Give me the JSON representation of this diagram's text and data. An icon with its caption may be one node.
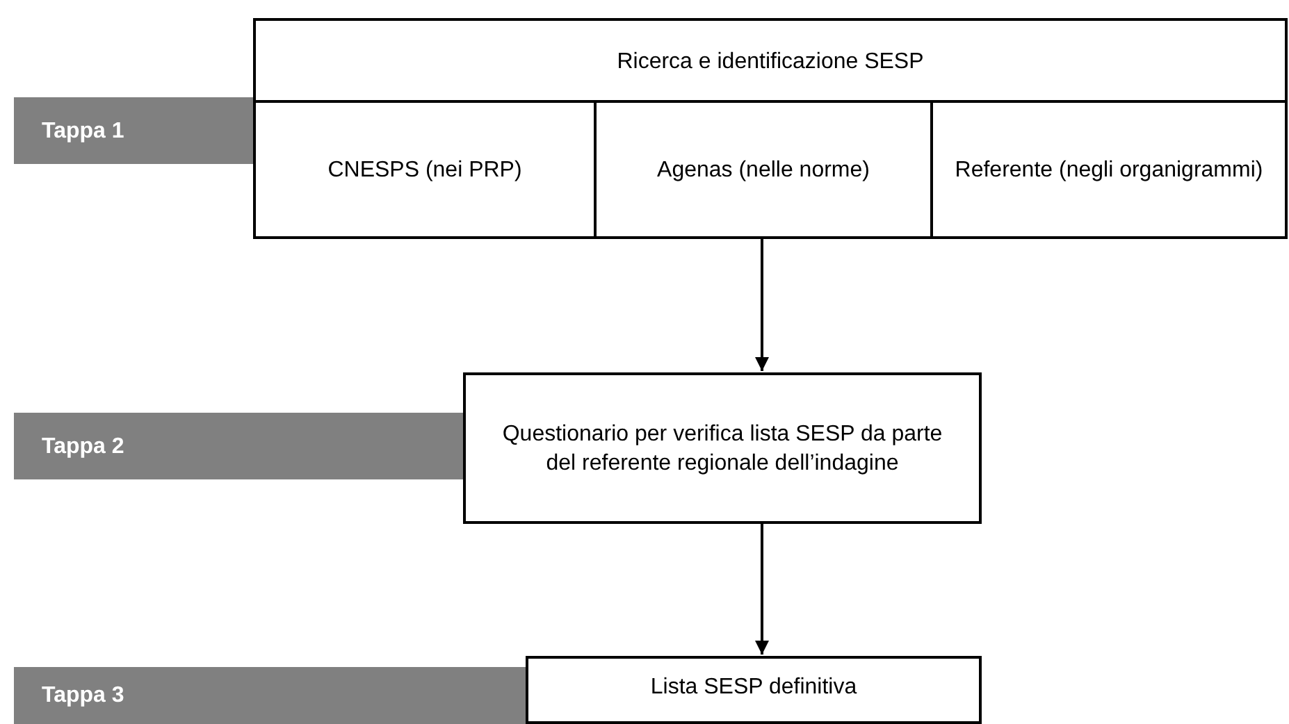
{
  "diagram": {
    "nodes": [
      {
        "text": [
          "Ricerca e identificazione SESP"
        ]
      },
      {
        "text": [
          "CNESPS (nei PRP)"
        ],
        "in": 0
      },
      {
        "text": [
          "Agenas (nelle norme)"
        ],
        "in": 0
      },
      {
        "text": [
          "Referente (negli organigrammi)"
        ],
        "in": 0
      },
      {
        "text": [
          "Tappa 1"
        ]
      },
      {
        "text": [
          "Tappa 2"
        ]
      },
      {
        "text": [
          "Questionario per verifica lista SESP da parte del referente regionale dell’indagine"
        ]
      },
      {
        "text": [
          "Tappa 3"
        ]
      },
      {
        "text": [
          "Lista SESP definitiva"
        ]
      }
    ],
    "edges": [
      {
        "from": 0,
        "to": 6,
        "arrow": "to"
      },
      {
        "from": 6,
        "to": 8,
        "arrow": "to"
      }
    ]
  }
}
